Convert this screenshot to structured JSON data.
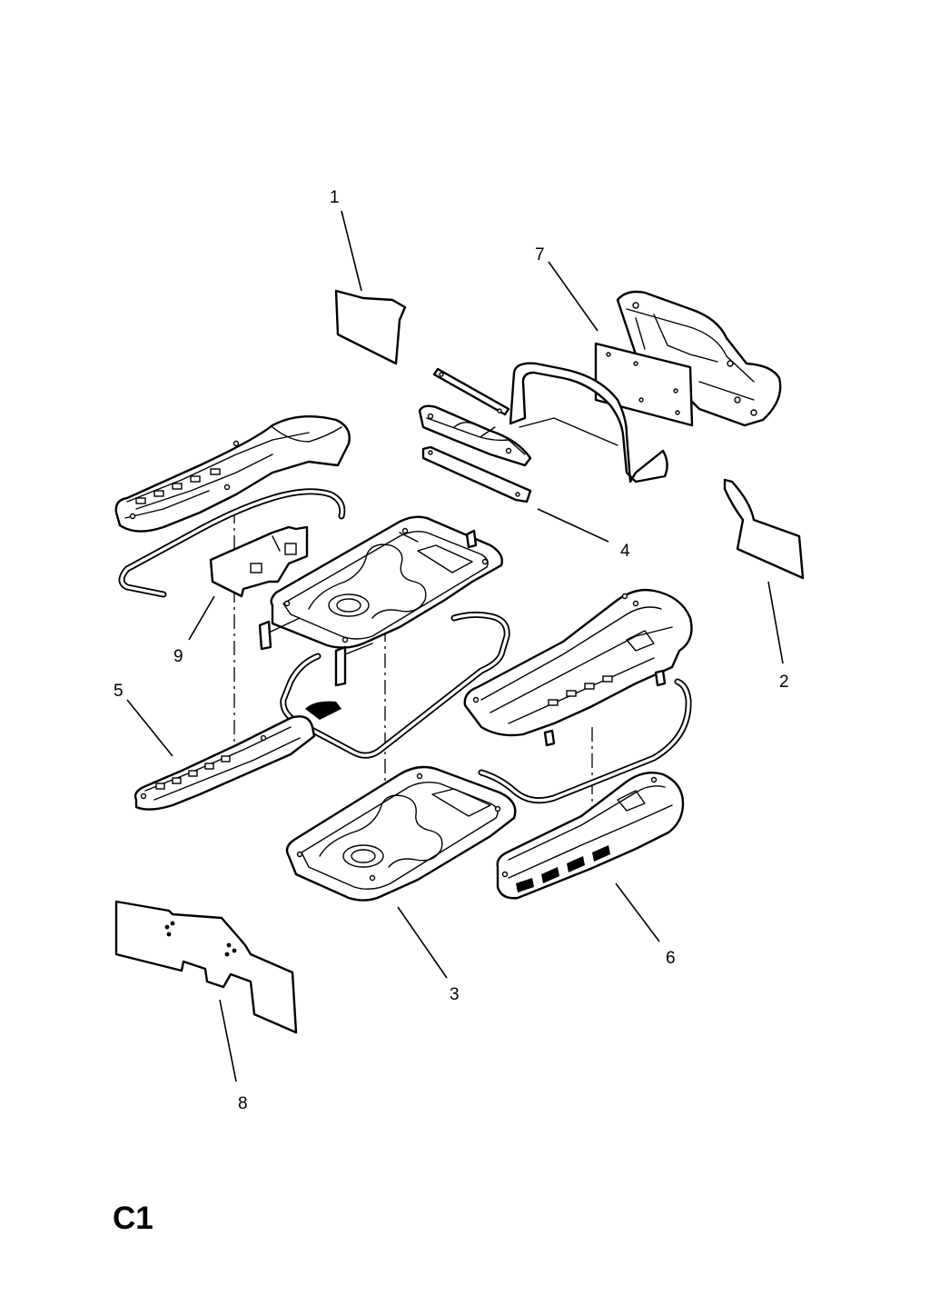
{
  "diagram": {
    "section_code": "C1",
    "callouts": [
      {
        "id": "1",
        "label": "1"
      },
      {
        "id": "2",
        "label": "2"
      },
      {
        "id": "3",
        "label": "3"
      },
      {
        "id": "4",
        "label": "4"
      },
      {
        "id": "5",
        "label": "5"
      },
      {
        "id": "6",
        "label": "6"
      },
      {
        "id": "7",
        "label": "7"
      },
      {
        "id": "8",
        "label": "8"
      },
      {
        "id": "9",
        "label": "9"
      }
    ]
  }
}
